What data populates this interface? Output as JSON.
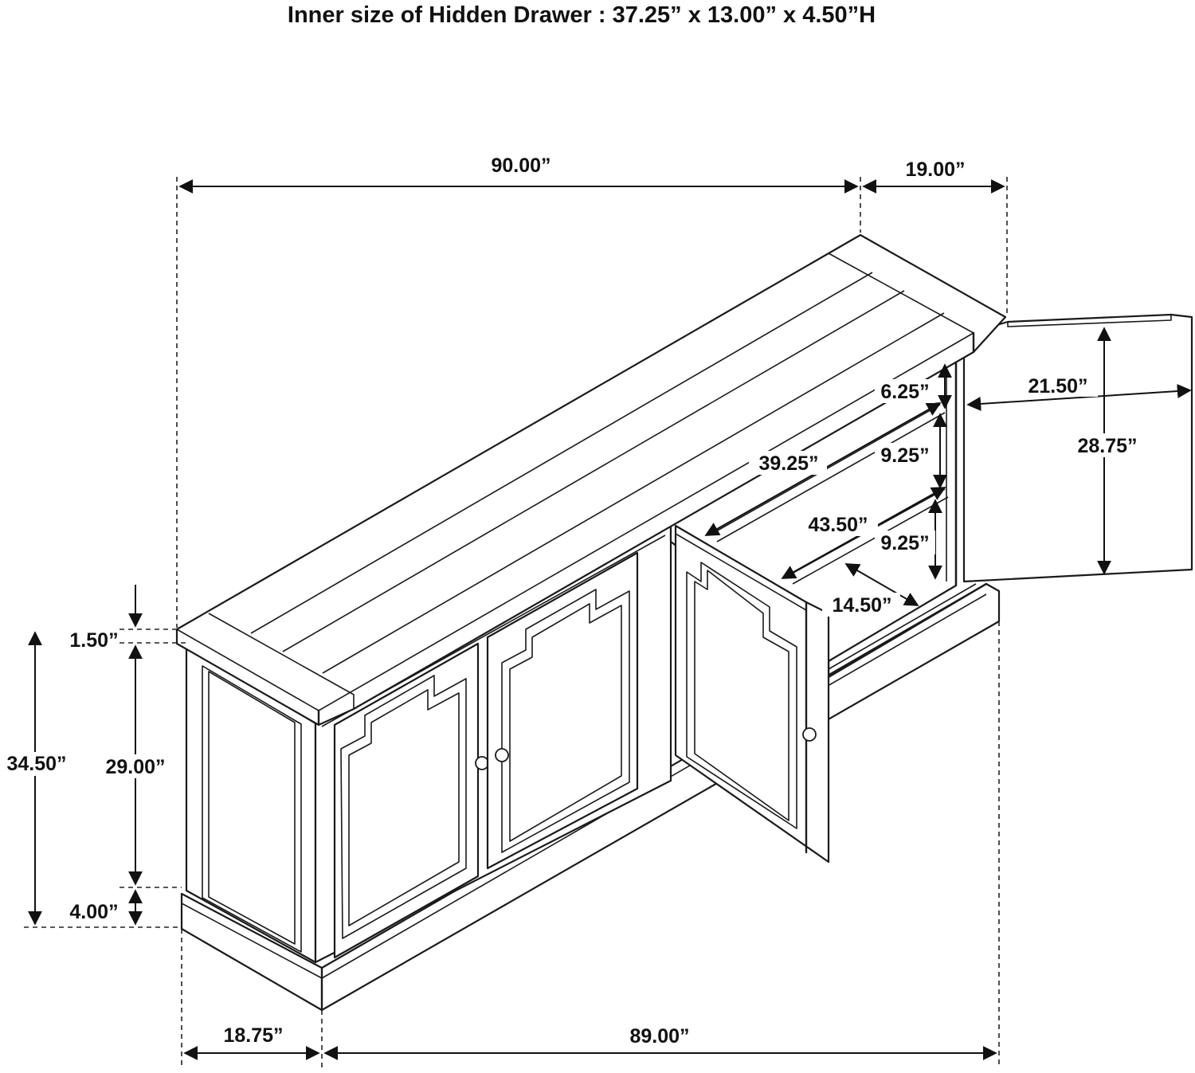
{
  "title": "Inner size of Hidden Drawer : 37.25” x 13.00” x 4.50”H",
  "dimensions": {
    "overall_width": "90.00”",
    "overall_depth": "19.00”",
    "door_width": "21.50”",
    "door_height": "28.75”",
    "shelf_gap_top": "6.25”",
    "shelf_gap_middle": "9.25”",
    "shelf_gap_bottom": "9.25”",
    "shelf_width_upper": "39.25”",
    "shelf_width_lower": "43.50”",
    "shelf_depth": "14.50”",
    "top_thickness": "1.50”",
    "overall_height": "34.50”",
    "body_height": "29.00”",
    "base_height": "4.00”",
    "base_depth": "18.75”",
    "base_width": "89.00”"
  }
}
